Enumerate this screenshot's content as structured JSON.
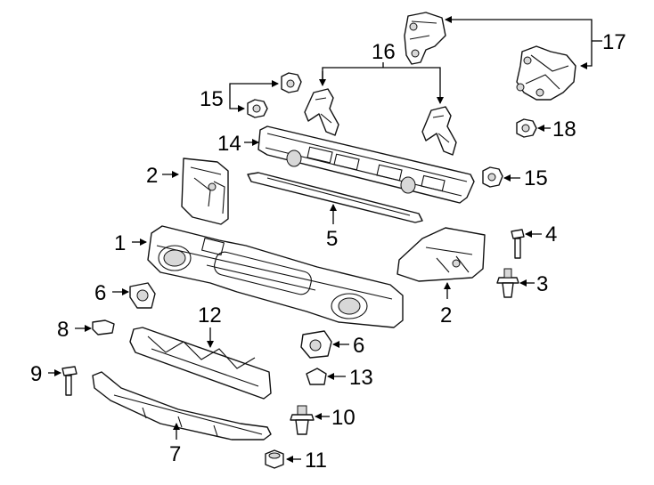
{
  "diagram": {
    "callouts": {
      "c1": "1",
      "c2a": "2",
      "c2b": "2",
      "c3": "3",
      "c4": "4",
      "c5": "5",
      "c6a": "6",
      "c6b": "6",
      "c7": "7",
      "c8": "8",
      "c9": "9",
      "c10": "10",
      "c11": "11",
      "c12": "12",
      "c13": "13",
      "c14": "14",
      "c15a": "15",
      "c15b": "15",
      "c16": "16",
      "c17": "17",
      "c18": "18"
    }
  }
}
